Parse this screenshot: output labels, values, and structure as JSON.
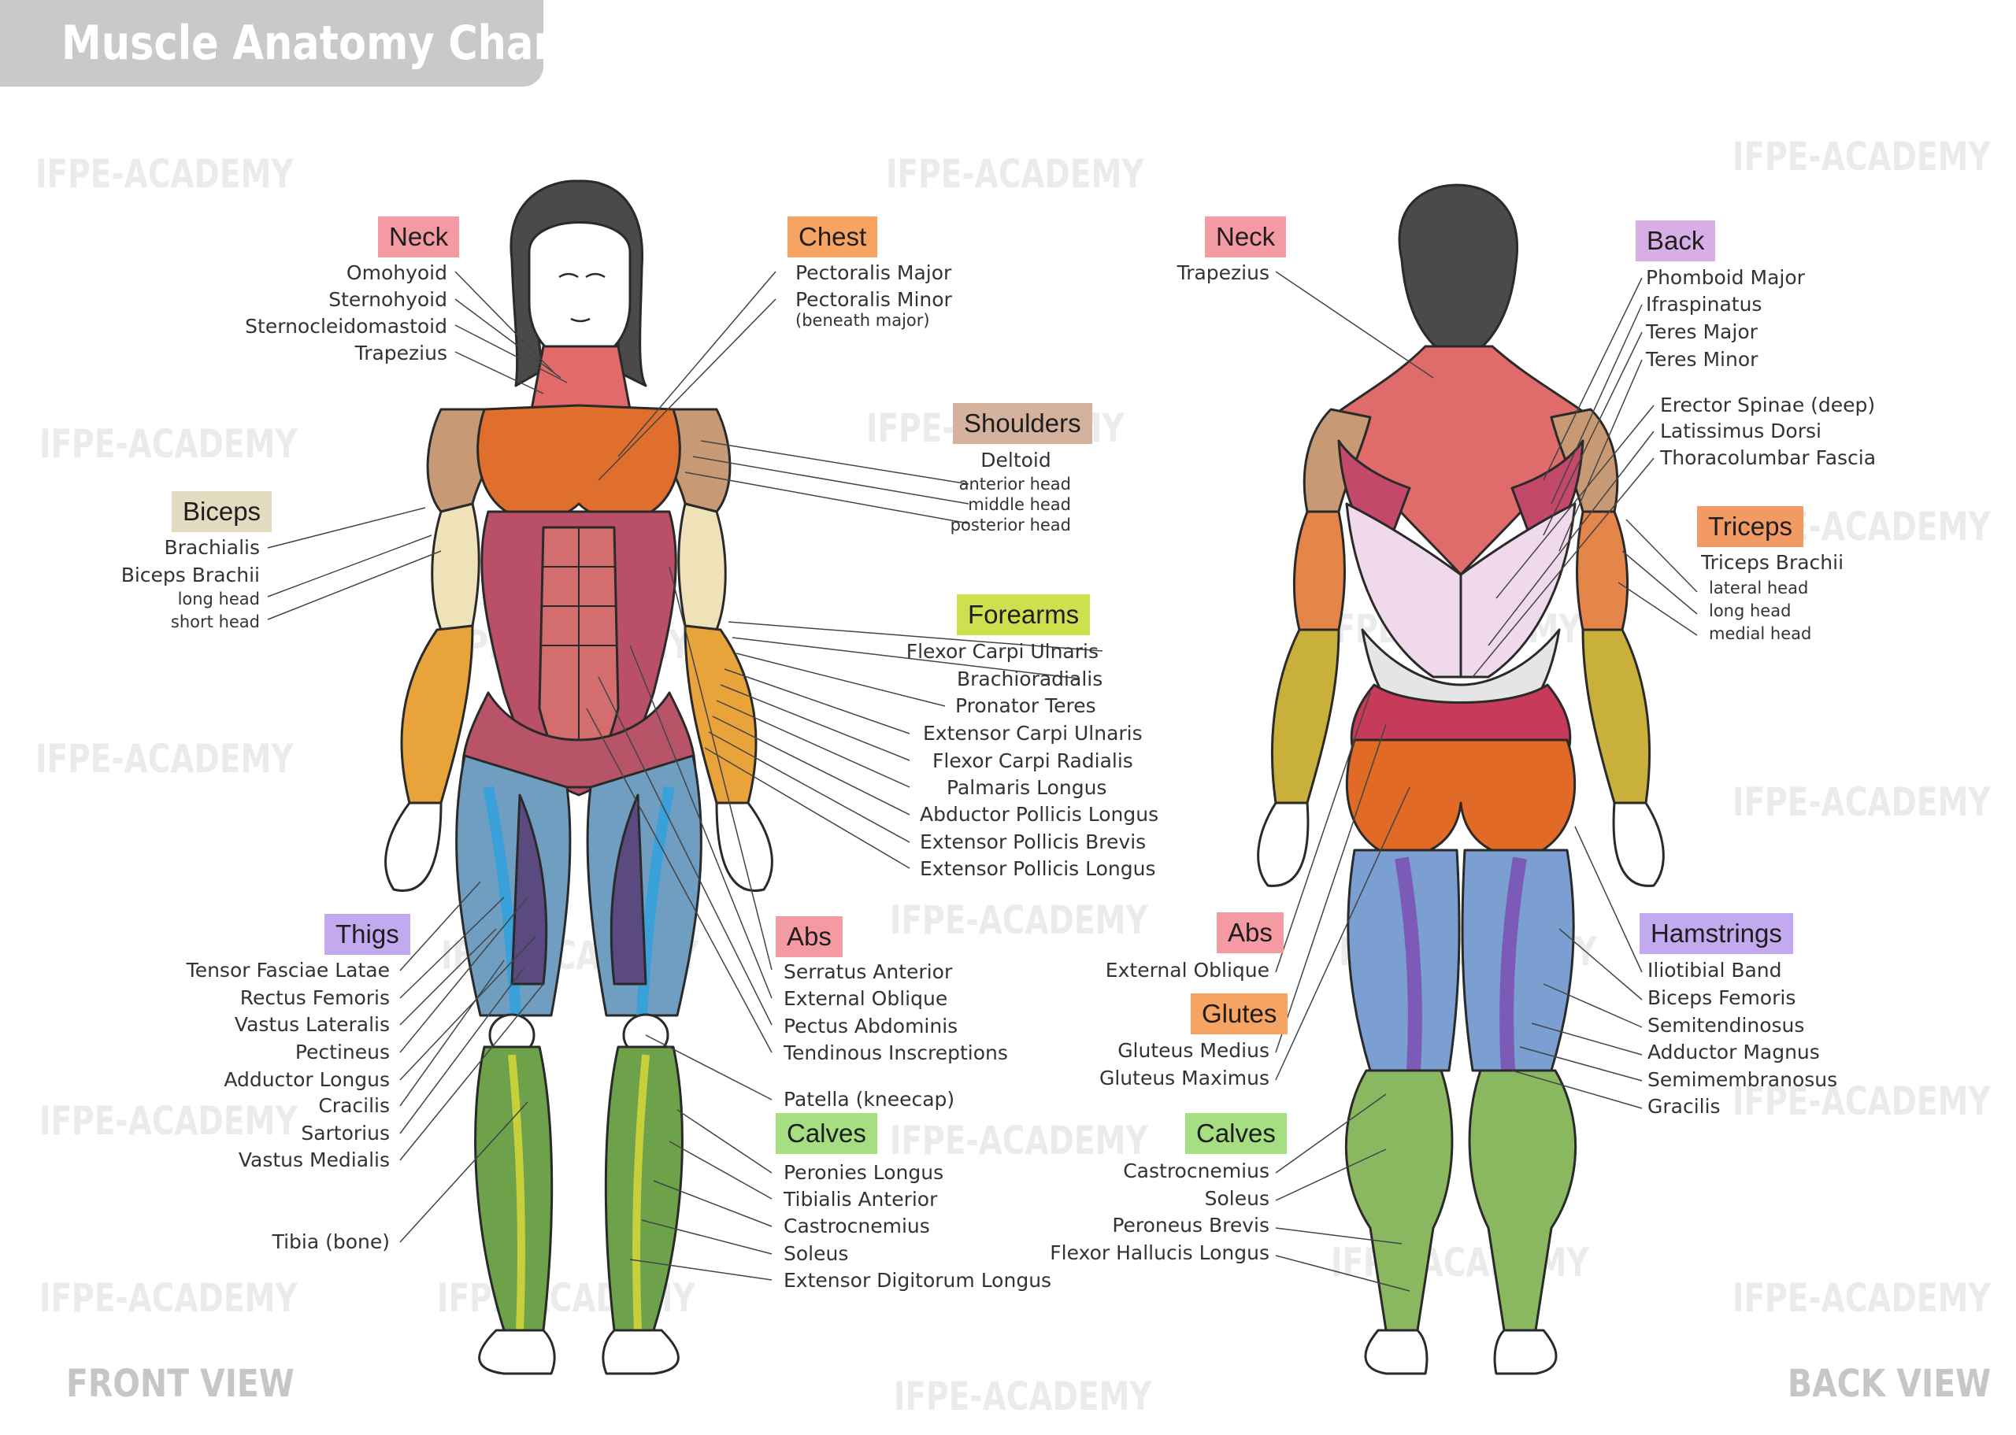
{
  "title": "Muscle Anatomy Chart",
  "watermark": "IFPE-ACADEMY",
  "views": {
    "front": "FRONT VIEW",
    "back": "BACK VIEW"
  },
  "colors": {
    "neck": "#f49aa2",
    "chest": "#f7a463",
    "shoulders": "#d4b29d",
    "biceps": "#e4dcc0",
    "forearms": "#cde04e",
    "abs": "#f49aa2",
    "thighs": "#c3a9ee",
    "calves": "#a6df82",
    "back": "#d8aee6",
    "triceps": "#f39a64",
    "glutes": "#f7a463",
    "hamstrings": "#c3a9ee",
    "title_bar": "#c9c9c9"
  },
  "front": {
    "neck": {
      "title": "Neck",
      "items": [
        "Omohyoid",
        "Sternohyoid",
        "Sternocleidomastoid",
        "Trapezius"
      ]
    },
    "chest": {
      "title": "Chest",
      "items": [
        "Pectoralis Major",
        "Pectoralis Minor"
      ],
      "note": "(beneath major)"
    },
    "shoulders": {
      "title": "Shoulders",
      "muscle": "Deltoid",
      "heads": [
        "anterior head",
        "middle head",
        "posterior head"
      ]
    },
    "biceps": {
      "title": "Biceps",
      "items": [
        "Brachialis",
        "Biceps Brachii"
      ],
      "heads": [
        "long head",
        "short head"
      ]
    },
    "forearms": {
      "title": "Forearms",
      "items": [
        "Flexor Carpi Ulnaris",
        "Brachioradialis",
        "Pronator Teres",
        "Extensor Carpi Ulnaris",
        "Flexor Carpi Radialis",
        "Palmaris Longus",
        "Abductor Pollicis Longus",
        "Extensor Pollicis Brevis",
        "Extensor Pollicis Longus"
      ]
    },
    "thighs": {
      "title": "Thigs",
      "items": [
        "Tensor Fasciae Latae",
        "Rectus Femoris",
        "Vastus Lateralis",
        "Pectineus",
        "Adductor Longus",
        "Cracilis",
        "Sartorius",
        "Vastus Medialis"
      ]
    },
    "tibia": "Tibia (bone)",
    "abs": {
      "title": "Abs",
      "items": [
        "Serratus Anterior",
        "External Oblique",
        "Pectus Abdominis",
        "Tendinous Inscreptions"
      ]
    },
    "patella": "Patella (kneecap)",
    "calves": {
      "title": "Calves",
      "items": [
        "Peronies Longus",
        "Tibialis Anterior",
        "Castrocnemius",
        "Soleus",
        "Extensor Digitorum Longus"
      ]
    }
  },
  "back": {
    "neck": {
      "title": "Neck",
      "items": [
        "Trapezius"
      ]
    },
    "back": {
      "title": "Back",
      "items": [
        "Phomboid Major",
        "Ifraspinatus",
        "Teres Major",
        "Teres Minor",
        "Erector Spinae (deep)",
        "Latissimus Dorsi",
        "Thoracolumbar Fascia"
      ]
    },
    "triceps": {
      "title": "Triceps",
      "muscle": "Triceps Brachii",
      "heads": [
        "lateral head",
        "long head",
        "medial head"
      ]
    },
    "abs": {
      "title": "Abs",
      "items": [
        "External Oblique"
      ]
    },
    "glutes": {
      "title": "Glutes",
      "items": [
        "Gluteus Medius",
        "Gluteus Maximus"
      ]
    },
    "calves": {
      "title": "Calves",
      "items": [
        "Castrocnemius",
        "Soleus",
        "Peroneus Brevis",
        "Flexor Hallucis Longus"
      ]
    },
    "hamstrings": {
      "title": "Hamstrings",
      "items": [
        "Iliotibial Band",
        "Biceps Femoris",
        "Semitendinosus",
        "Adductor Magnus",
        "Semimembranosus",
        "Gracilis"
      ]
    }
  }
}
